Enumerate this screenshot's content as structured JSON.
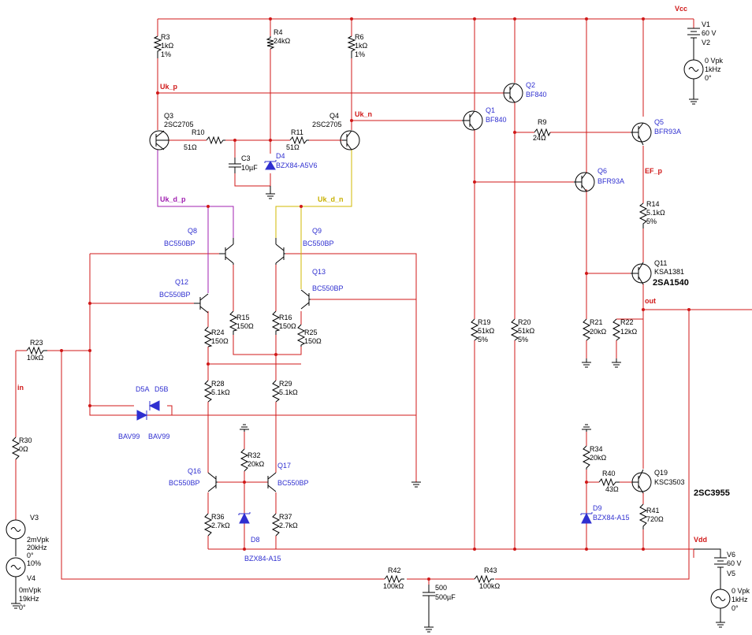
{
  "nets": {
    "vcc": "Vcc",
    "vdd": "Vdd",
    "uk_p": "Uk_p",
    "uk_n": "Uk_n",
    "uk_d_p": "Uk_d_p",
    "uk_d_n": "Uk_d_n",
    "ef_p": "EF_p",
    "out": "out",
    "in": "in"
  },
  "resistors": {
    "r3": {
      "name": "R3",
      "value": "1kΩ",
      "tol": "1%"
    },
    "r4": {
      "name": "R4",
      "value": "24kΩ"
    },
    "r6": {
      "name": "R6",
      "value": "1kΩ",
      "tol": "1%"
    },
    "r9": {
      "name": "R9",
      "value": "24Ω"
    },
    "r10": {
      "name": "R10",
      "value": "51Ω"
    },
    "r11": {
      "name": "R11",
      "value": "51Ω"
    },
    "r14": {
      "name": "R14",
      "value": "5.1kΩ",
      "tol": "5%"
    },
    "r15": {
      "name": "R15",
      "value": "150Ω"
    },
    "r16": {
      "name": "R16",
      "value": "150Ω"
    },
    "r19": {
      "name": "R19",
      "value": "51kΩ",
      "tol": "5%"
    },
    "r20": {
      "name": "R20",
      "value": "51kΩ",
      "tol": "5%"
    },
    "r21": {
      "name": "R21",
      "value": "20kΩ"
    },
    "r22": {
      "name": "R22",
      "value": "12kΩ"
    },
    "r23": {
      "name": "R23",
      "value": "10kΩ"
    },
    "r24": {
      "name": "R24",
      "value": "150Ω"
    },
    "r25": {
      "name": "R25",
      "value": "150Ω"
    },
    "r28": {
      "name": "R28",
      "value": "5.1kΩ"
    },
    "r29": {
      "name": "R29",
      "value": "5.1kΩ"
    },
    "r30": {
      "name": "R30",
      "value": "0Ω"
    },
    "r32": {
      "name": "R32",
      "value": "20kΩ"
    },
    "r34": {
      "name": "R34",
      "value": "20kΩ"
    },
    "r36": {
      "name": "R36",
      "value": "2.7kΩ"
    },
    "r37": {
      "name": "R37",
      "value": "2.7kΩ"
    },
    "r40": {
      "name": "R40",
      "value": "43Ω"
    },
    "r41": {
      "name": "R41",
      "value": "720Ω"
    },
    "r42": {
      "name": "R42",
      "value": "100kΩ"
    },
    "r43": {
      "name": "R43",
      "value": "100kΩ"
    }
  },
  "capacitors": {
    "c3": {
      "name": "C3",
      "value": "10µF"
    },
    "c500": {
      "name": "500",
      "value": "500µF"
    }
  },
  "transistors": {
    "q1": {
      "name": "Q1",
      "part": "BF840"
    },
    "q2": {
      "name": "Q2",
      "part": "BF840"
    },
    "q3": {
      "name": "Q3",
      "part": "2SC2705"
    },
    "q4": {
      "name": "Q4",
      "part": "2SC2705"
    },
    "q5": {
      "name": "Q5",
      "part": "BFR93A"
    },
    "q6": {
      "name": "Q6",
      "part": "BFR93A"
    },
    "q8": {
      "name": "Q8",
      "part": "BC550BP"
    },
    "q9": {
      "name": "Q9",
      "part": "BC550BP"
    },
    "q11": {
      "name": "Q11",
      "part": "KSA1381",
      "part2": "2SA1540"
    },
    "q12": {
      "name": "Q12",
      "part": "BC550BP"
    },
    "q13": {
      "name": "Q13",
      "part": "BC550BP"
    },
    "q16": {
      "name": "Q16",
      "part": "BC550BP"
    },
    "q17": {
      "name": "Q17",
      "part": "BC550BP"
    },
    "q19": {
      "name": "Q19",
      "part": "KSC3503",
      "part2": "2SC3955"
    }
  },
  "diodes": {
    "d4": {
      "name": "D4",
      "part": "BZX84-A5V6"
    },
    "d5a": {
      "name": "D5A",
      "part": "BAV99"
    },
    "d5b": {
      "name": "D5B",
      "part": "BAV99"
    },
    "d8": {
      "name": "D8",
      "part": "BZX84-A15"
    },
    "d9": {
      "name": "D9",
      "part": "BZX84-A15"
    }
  },
  "sources": {
    "v1": {
      "name": "V1",
      "value": "60 V"
    },
    "v2": {
      "name": "V2",
      "amp": "0 Vpk",
      "freq": "1kHz",
      "phase": "0°"
    },
    "v3": {
      "name": "V3",
      "amp": "2mVpk",
      "freq": "20kHz",
      "phase": "0°",
      "extra": "10%"
    },
    "v4": {
      "name": "V4",
      "amp": "0mVpk",
      "freq": "19kHz",
      "phase": "0°"
    },
    "v5": {
      "name": "V5",
      "amp": "0 Vpk",
      "freq": "1kHz",
      "phase": "0°"
    },
    "v6": {
      "name": "V6",
      "value": "60 V"
    }
  },
  "colors": {
    "wire": "#d01818",
    "component": "#000000",
    "part_label": "#2f2fd0",
    "net_uk_d_p": "#a020b0",
    "net_uk_d_n": "#c8b000"
  }
}
